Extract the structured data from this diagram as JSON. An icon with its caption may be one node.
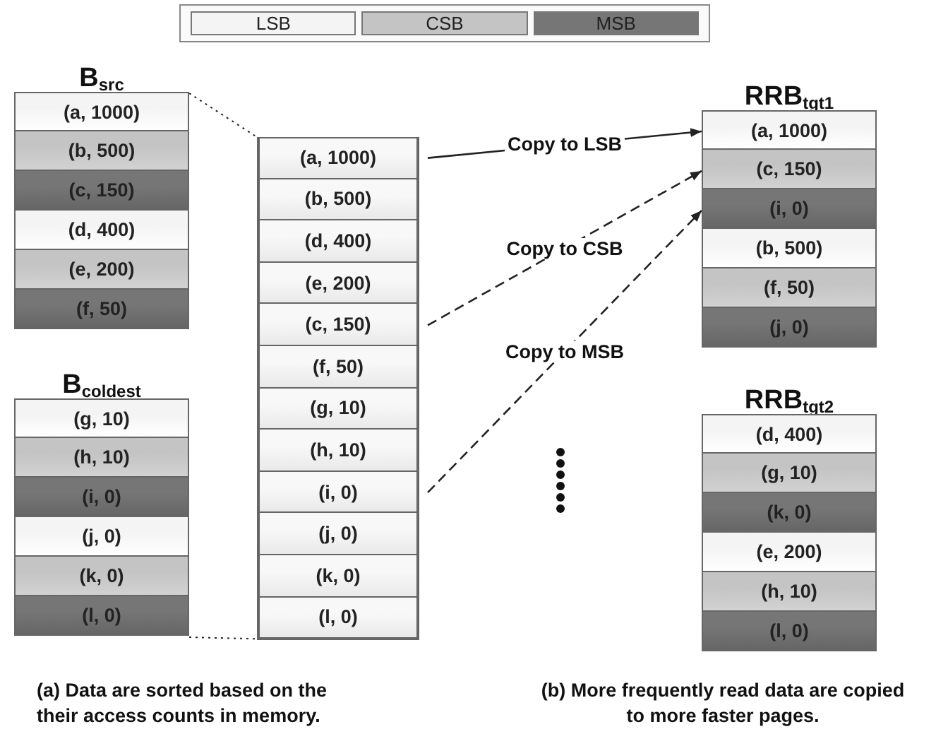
{
  "diagram": {
    "nodes": [
      {
        "text": [
          "B$_{src}$"
        ]
      },
      {
        "text": [
          "(a, 1000)"
        ],
        "in": 0
      },
      {
        "text": [
          "(b, 500)"
        ],
        "in": 0
      },
      {
        "text": [
          "(c, 150)"
        ],
        "in": 0
      },
      {
        "text": [
          "(d, 400)"
        ],
        "in": 0
      },
      {
        "text": [
          "(e, 200)"
        ],
        "in": 0
      },
      {
        "text": [
          "(f, 50)"
        ],
        "in": 0
      },
      {
        "text": [
          "B$_{coldest}$"
        ]
      },
      {
        "text": [
          "(g, 10)"
        ],
        "in": 7
      },
      {
        "text": [
          "(h, 10)"
        ],
        "in": 7
      },
      {
        "text": [
          "(i, 0)"
        ],
        "in": 7
      },
      {
        "text": [
          "(j, 0)"
        ],
        "in": 7
      },
      {
        "text": [
          "(k, 0)"
        ],
        "in": 7
      },
      {
        "text": [
          "(l, 0)"
        ],
        "in": 7
      },
      {
        "text": [],
        "shape": "box"
      },
      {
        "text": [
          "(a, 1000)"
        ],
        "in": 14
      },
      {
        "text": [
          "(b, 500)"
        ],
        "in": 14
      },
      {
        "text": [
          "(d, 400)"
        ],
        "in": 14
      },
      {
        "text": [
          "(e, 200)"
        ],
        "in": 14
      },
      {
        "text": [
          "(c, 150)"
        ],
        "in": 14
      },
      {
        "text": [
          "(f, 50)"
        ],
        "in": 14
      },
      {
        "text": [
          "(g, 10)"
        ],
        "in": 14
      },
      {
        "text": [
          "(h, 10)"
        ],
        "in": 14
      },
      {
        "text": [
          "(i, 0)"
        ],
        "in": 14
      },
      {
        "text": [
          "(j, 0)"
        ],
        "in": 14
      },
      {
        "text": [
          "(k, 0)"
        ],
        "in": 14
      },
      {
        "text": [
          "(l, 0)"
        ],
        "in": 14
      },
      {
        "text": [
          "RRB$_{tgt1}$"
        ]
      },
      {
        "text": [
          "(a, 1000)"
        ],
        "in": 27
      },
      {
        "text": [
          "(c, 150)"
        ],
        "in": 27
      },
      {
        "text": [
          "(i, 0)"
        ],
        "in": 27
      },
      {
        "text": [
          "(b, 500)"
        ],
        "in": 27
      },
      {
        "text": [
          "(f, 50)"
        ],
        "in": 27
      },
      {
        "text": [
          "(j, 0)"
        ],
        "in": 27
      },
      {
        "text": [
          "RRB$_{tgt2}$"
        ]
      },
      {
        "text": [
          "(d, 400)"
        ],
        "in": 34
      },
      {
        "text": [
          "(g, 10)"
        ],
        "in": 34
      },
      {
        "text": [
          "(k, 0)"
        ],
        "in": 34
      },
      {
        "text": [
          "(e, 200)"
        ],
        "in": 34
      },
      {
        "text": [
          "(h, 10)"
        ],
        "in": 34
      },
      {
        "text": [
          "(l, 0)"
        ],
        "in": 34
      }
    ],
    "edges": [
      {
        "from": 15,
        "to": 28,
        "arrow": "to",
        "label": "Copy to LSB"
      },
      {
        "from": 19,
        "to": 29,
        "arrow": "to",
        "label": "Copy to CSB",
        "style": "dashed"
      },
      {
        "from": 23,
        "to": 30,
        "arrow": "to",
        "label": "Copy to MSB",
        "style": "dashed"
      },
      {
        "from": 0,
        "to": 14,
        "arrow": "none",
        "style": "dashed"
      },
      {
        "from": 7,
        "to": 14,
        "arrow": "none",
        "style": "dashed"
      }
    ],
    "labels": [
      "(a) Data are sorted based on the their access counts in memory.",
      "(b) More frequently read data are copied to more faster pages."
    ],
    "legend": [
      {
        "text": "LSB",
        "color": "#f4f4f4"
      },
      {
        "text": "CSB",
        "color": "#c4c4c4"
      },
      {
        "text": "MSB",
        "color": "#767676"
      }
    ]
  }
}
